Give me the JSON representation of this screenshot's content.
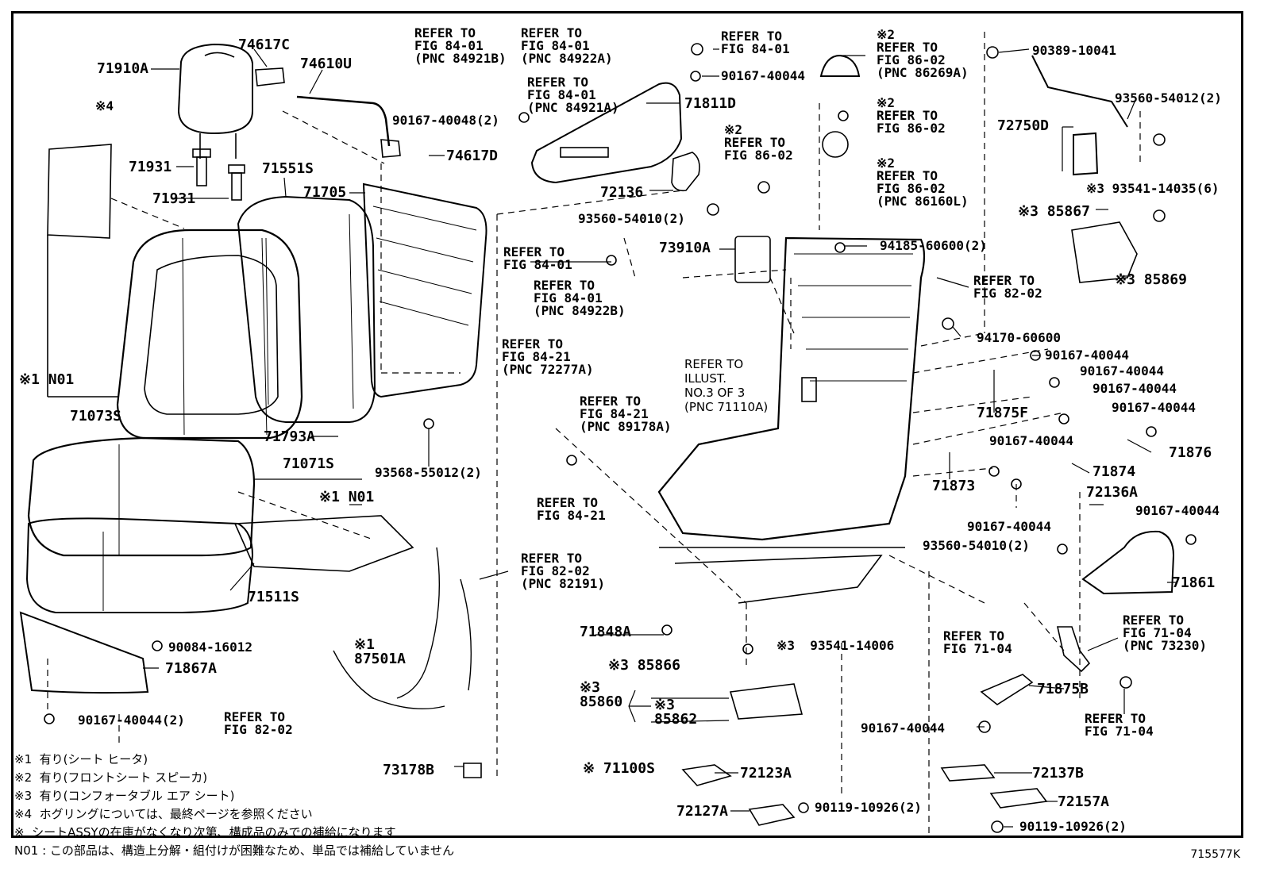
{
  "labels": {
    "l71910A": "71910A",
    "l74617C": "74617C",
    "l74610U": "74610U",
    "lmark4": "※4",
    "l71931a": "71931",
    "l71931b": "71931",
    "l71551S": "71551S",
    "l71705": "71705",
    "l74617D": "74617D",
    "lN01a": "※1 N01",
    "l71073S": "71073S",
    "l71793A": "71793A",
    "l93568": "93568-55012(2)",
    "l71071S": "71071S",
    "lN01b": "※1 N01",
    "l71511S": "71511S",
    "l90084": "90084-16012",
    "l71867A": "71867A",
    "l90167a": "90167-40044(2)",
    "lref8202a": "REFER TO\nFIG 82-02",
    "l87501A": "※1\n87501A",
    "lref8401a": "REFER TO\nFIG 84-01\n(PNC 84921B)",
    "lref8401b": "REFER TO\nFIG 84-01\n(PNC 84922A)",
    "lref8401c": "REFER TO\nFIG 84-01\n(PNC 84921A)",
    "l90167b": "90167-40048(2)",
    "lref8401d": "REFER TO\nFIG 84-01",
    "l90167c": "90167-40044",
    "l71811D": "71811D",
    "l72136": "72136",
    "l93560a": "93560-54010(2)",
    "lref8401e": "REFER TO\nFIG 84-01",
    "lref8401f": "REFER TO\nFIG 84-01\n(PNC 84922B)",
    "l73910A": "73910A",
    "lref8421a": "REFER TO\nFIG 84-21\n(PNC 72277A)",
    "lref8421b": "REFER TO\nFIG 84-21\n(PNC 89178A)",
    "lref8421c": "REFER TO\nFIG 84-21",
    "lref8202b": "REFER TO\nFIG 82-02\n(PNC 82191)",
    "lillust": "REFER TO\nILLUST.\nNO.3 OF 3\n(PNC 71110A)",
    "l71848A": "71848A",
    "l93541a": "※3  93541-14006",
    "l85866": "※3 85866",
    "l85860": "※3\n85860",
    "l85862": "※3\n85862",
    "l73178B": "73178B",
    "l71100S": "※ 71100S",
    "l72123A": "72123A",
    "l72127A": "72127A",
    "l90119a": "90119-10926(2)",
    "lref8602a": "※2\nREFER TO\nFIG 86-02\n(PNC 86269A)",
    "lref8602b": "※2\nREFER TO\nFIG 86-02",
    "lref8602c": "※2\nREFER TO\nFIG 86-02",
    "lref8602d": "※2\nREFER TO\nFIG 86-02\n(PNC 86160L)",
    "l94185": "94185-60600(2)",
    "lref8202c": "REFER TO\nFIG 82-02",
    "l94170": "94170-60600",
    "l90389": "90389-10041",
    "l93560b": "93560-54012(2)",
    "l72750D": "72750D",
    "l93541b": "※3 93541-14035(6)",
    "l85867": "※3 85867",
    "l85869": "※3 85869",
    "l90167d": "90167-40044",
    "l90167e": "90167-40044",
    "l90167f": "90167-40044",
    "l90167g": "90167-40044",
    "l71875F": "71875F",
    "l90167h": "90167-40044",
    "l71876": "71876",
    "l71873": "71873",
    "l71874": "71874",
    "l72136A": "72136A",
    "l90167i": "90167-40044",
    "l90167j": "90167-40044",
    "l93560c": "93560-54010(2)",
    "l71861": "71861",
    "lref7104a": "REFER TO\nFIG 71-04",
    "lref7104b": "REFER TO\nFIG 71-04\n(PNC 73230)",
    "l71875B": "71875B",
    "l90167k": "90167-40044",
    "lref7104c": "REFER TO\nFIG 71-04",
    "l72137B": "72137B",
    "l72157A": "72157A",
    "l90119b": "90119-10926(2)"
  },
  "notes": [
    "※1  有り(シート ヒータ)",
    "※2  有り(フロントシート スピーカ)",
    "※3  有り(コンフォータブル エア シート)",
    "※4  ホグリングについては、最終ページを参照ください",
    "※  シートASSYの在庫がなくなり次第、構成品のみでの補給になります",
    "N01 : この部品は、構造上分解・組付けが困難なため、単品では補給していません"
  ],
  "figure_code": "715577K"
}
